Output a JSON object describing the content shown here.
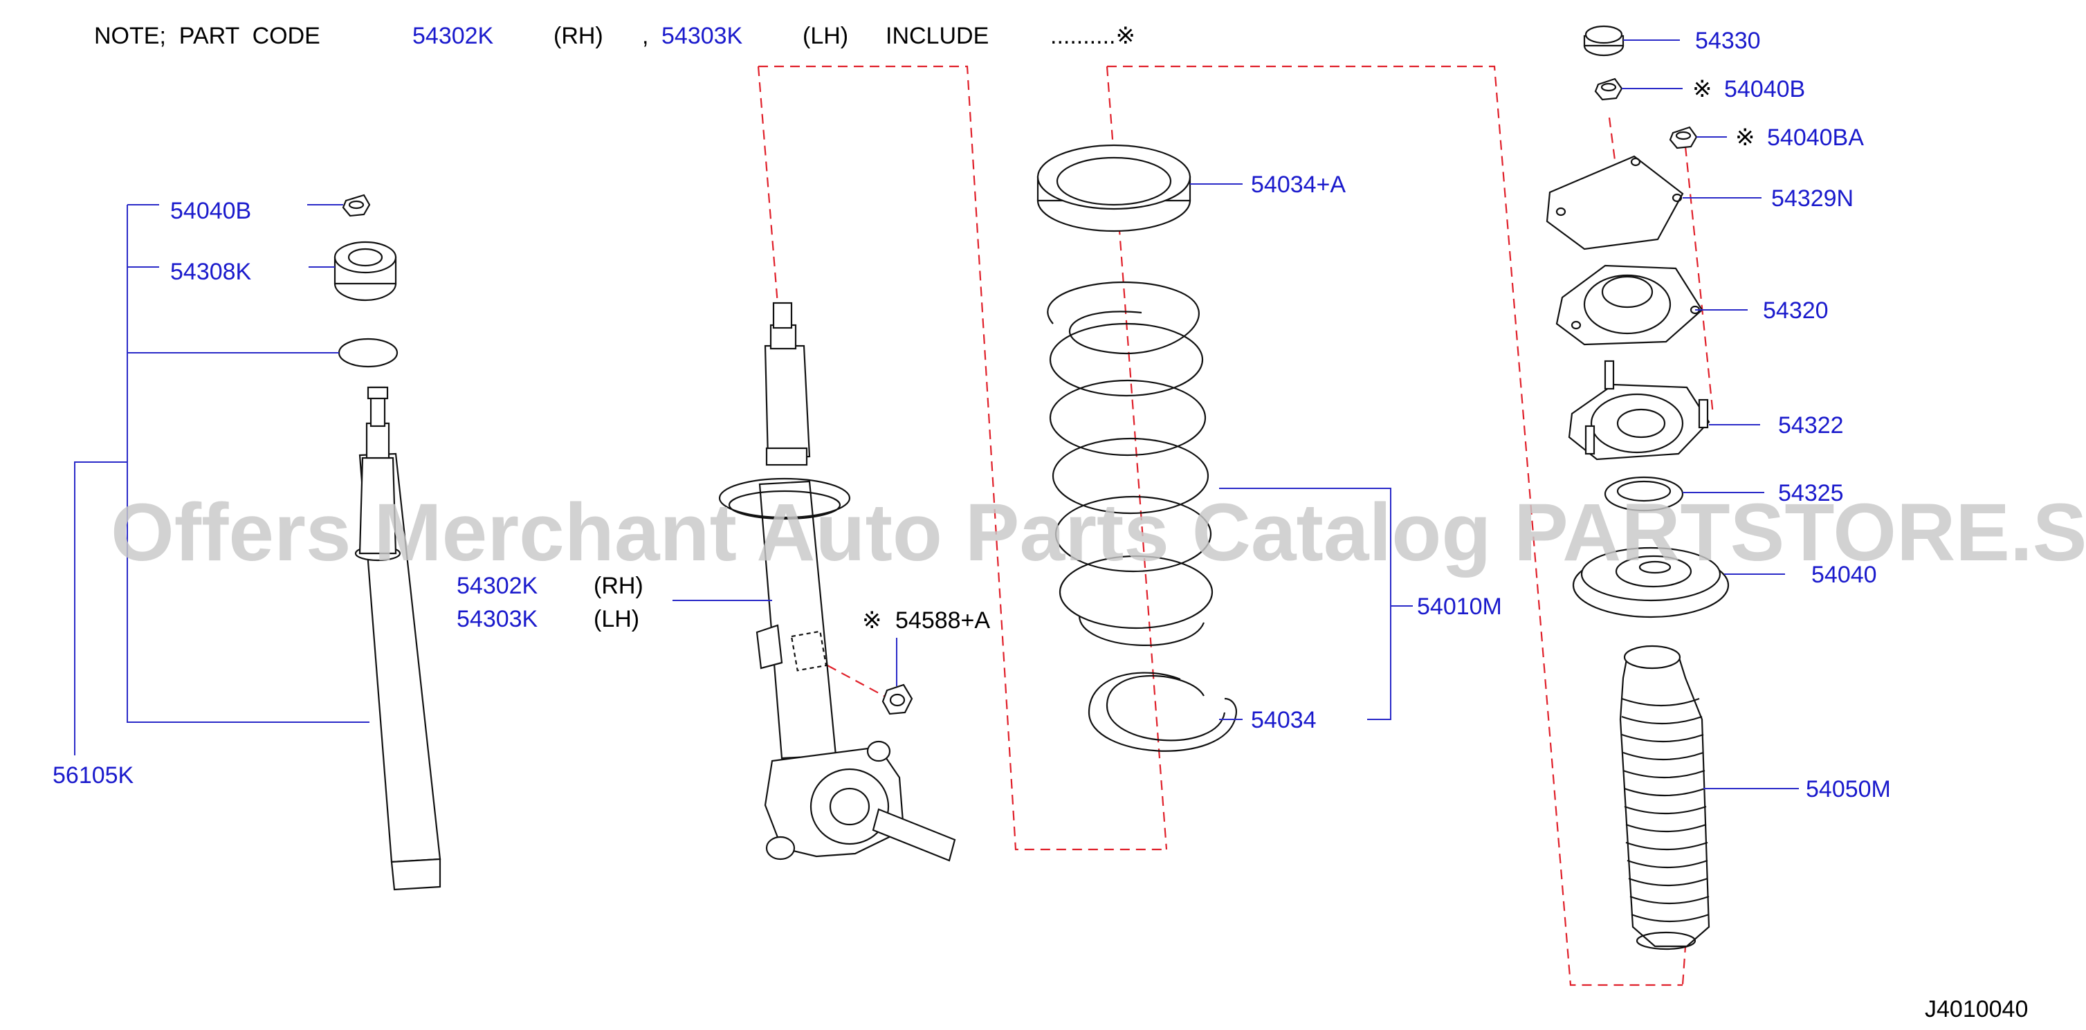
{
  "note": {
    "prefix": "NOTE;  PART  CODE",
    "code_rh": "54302K",
    "rh": "(RH)",
    "comma": ",",
    "code_lh": "54303K",
    "lh": "(LH)",
    "include": "INCLUDE",
    "dots": "..........※"
  },
  "watermark": "Offers Merchant Auto Parts Catalog PARTSTORE.SA",
  "diagram_code": "J4010040",
  "marker": "※",
  "parts": {
    "p54040B_left": "54040B",
    "p54308K": "54308K",
    "p56105K": "56105K",
    "p54302K": "54302K",
    "p54302K_side": "(RH)",
    "p54303K": "54303K",
    "p54303K_side": "(LH)",
    "p54588A": "54588+A",
    "p54034A": "54034+A",
    "p54010M": "54010M",
    "p54034": "54034",
    "p54330": "54330",
    "p54040B_right": "54040B",
    "p54040BA": "54040BA",
    "p54329N": "54329N",
    "p54320": "54320",
    "p54322": "54322",
    "p54325": "54325",
    "p54040": "54040",
    "p54050M": "54050M"
  },
  "colors": {
    "label_blue": "#1a1acc",
    "leader_blue": "#2a2ac8",
    "dash_red": "#e0202a",
    "watermark_gray": "#c9c9c9"
  }
}
